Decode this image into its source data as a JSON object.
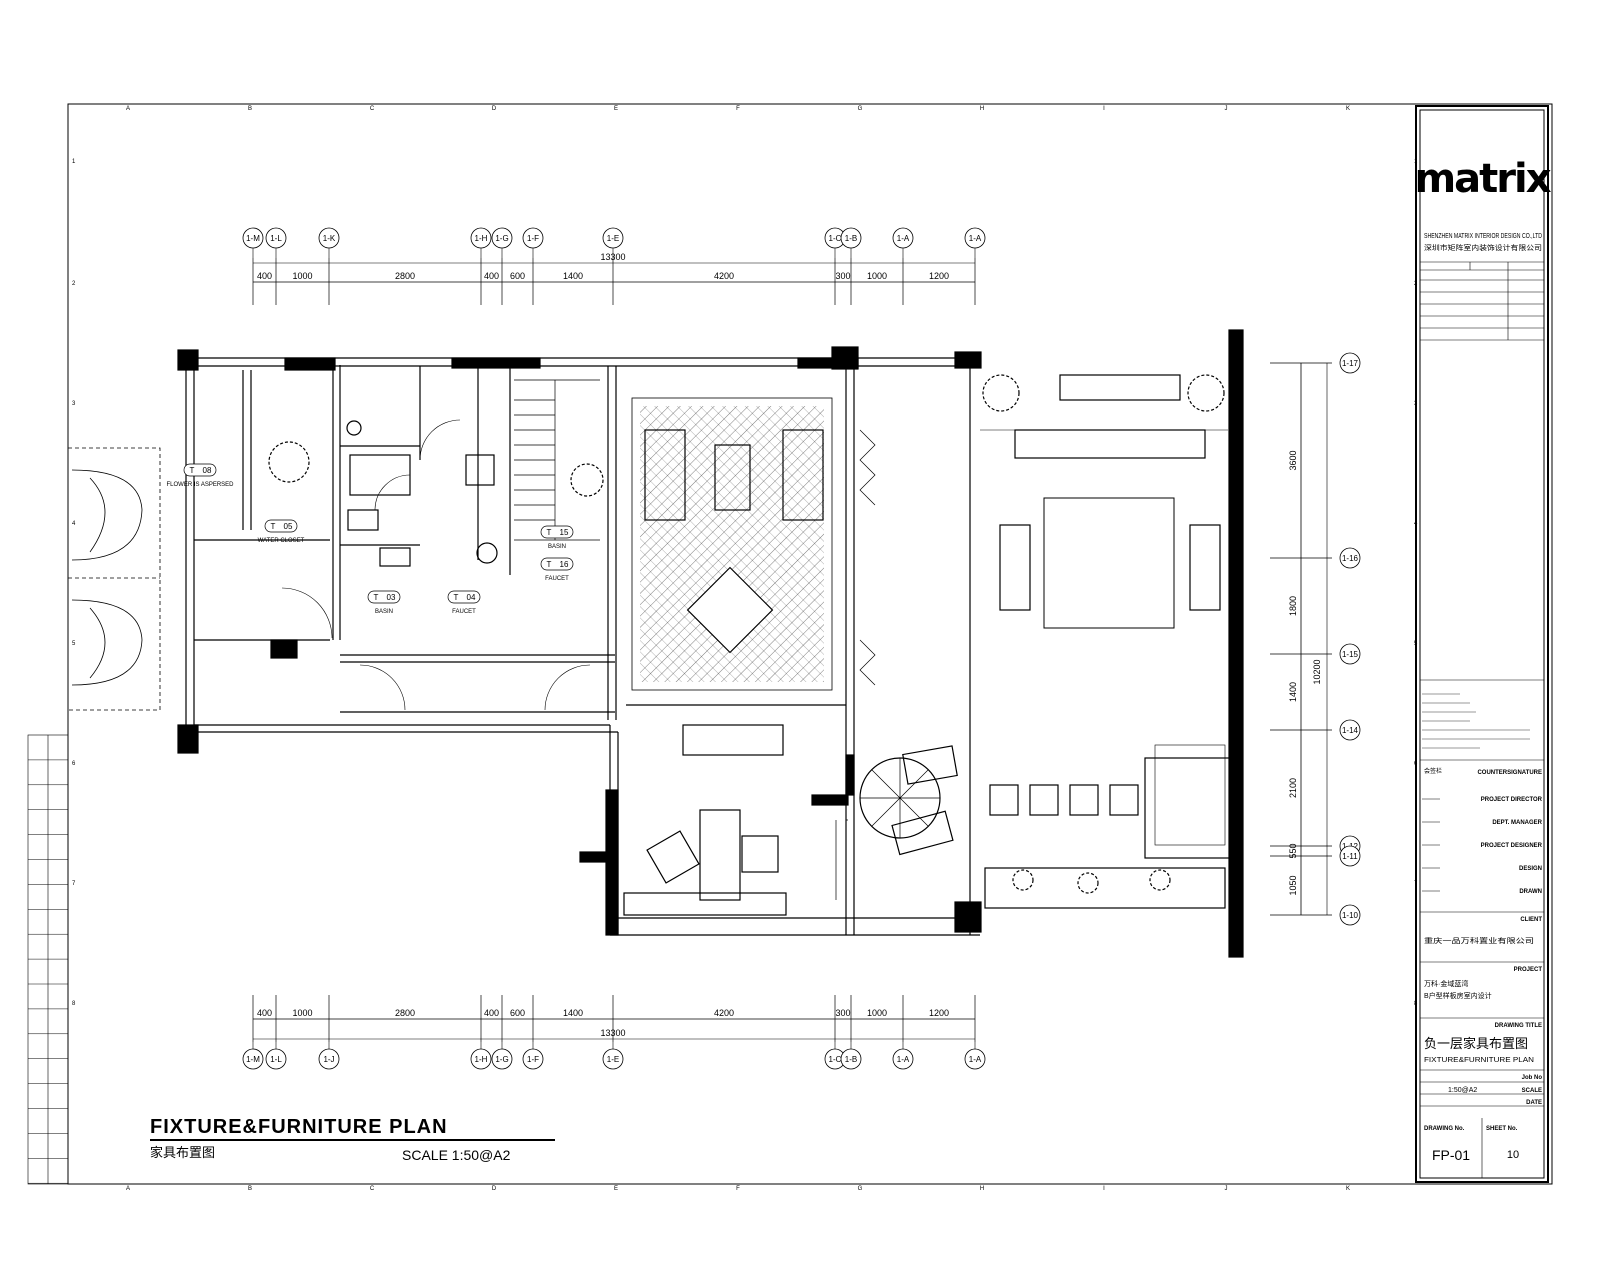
{
  "grid_letters": [
    "A",
    "B",
    "C",
    "D",
    "E",
    "F",
    "G",
    "H",
    "I",
    "J",
    "K"
  ],
  "grid_numbers": [
    "1",
    "2",
    "3",
    "4",
    "5",
    "6",
    "7",
    "8"
  ],
  "axis_top": [
    "1-M",
    "1-L",
    "1-K",
    "1-H",
    "1-G",
    "1-F",
    "1-E",
    "1-C",
    "1-B",
    "1-A",
    "1-A"
  ],
  "axis_labels": [
    "1-M",
    "1-L",
    "1-J",
    "1-H",
    "1-G",
    "1-F",
    "1-E",
    "1-C",
    "1-B",
    "1-A",
    "1-A"
  ],
  "axis_right": [
    "1-17",
    "1-16",
    "1-15",
    "1-14",
    "1-12",
    "1-11",
    "1-10"
  ],
  "dims_horizontal": [
    "400",
    "1000",
    "2800",
    "400",
    "600",
    "1400",
    "4200",
    "300",
    "1000",
    "1200"
  ],
  "dim_total_horizontal": "13300",
  "dims_vertical": [
    "3600",
    "1800",
    "1400",
    "2100",
    "550",
    "1050"
  ],
  "dim_total_vertical": "10200",
  "tags": {
    "tag1": {
      "code": "T",
      "num": "08",
      "text": "FLOWER IS ASPERSED"
    },
    "tag2": {
      "code": "T",
      "num": "05",
      "text": "WATER CLOSET"
    },
    "tag3": {
      "code": "T",
      "num": "03",
      "text": "BASIN"
    },
    "tag4": {
      "code": "T",
      "num": "04",
      "text": "FAUCET"
    },
    "tag5": {
      "code": "T",
      "num": "15",
      "text": "BASIN"
    },
    "tag6": {
      "code": "T",
      "num": "16",
      "text": "FAUCET"
    }
  },
  "title_block": {
    "logo": "matrix",
    "company_en": "SHENZHEN MATRIX INTERIOR DESIGN CO.,LTD",
    "company_zh": "深圳市矩阵室内装饰设计有限公司",
    "countersignature_zh": "会签栏",
    "countersignature": "COUNTERSIGNATURE",
    "roles": [
      "PROJECT DIRECTOR",
      "DEPT. MANAGER",
      "PROJECT DESIGNER",
      "DESIGN",
      "DRAWN"
    ],
    "client_label": "CLIENT",
    "client_name": "重庆一品万科置业有限公司",
    "project_label": "PROJECT",
    "project_name_1": "万科·金域蓝湾",
    "project_name_2": "B户型样板房室内设计",
    "drawing_title_label": "DRAWING TITLE",
    "drawing_title_zh": "负一层家具布置图",
    "drawing_title_en": "FIXTURE&FURNITURE PLAN",
    "job_no_label": "Job No",
    "scale_label": "SCALE",
    "scale_value": "1:50@A2",
    "date_label": "DATE",
    "drawing_no_label": "DRAWING No.",
    "drawing_no": "FP-01",
    "sheet_no_label": "SHEET No.",
    "sheet_no": "10"
  },
  "plan_title": {
    "en": "FIXTURE&FURNITURE PLAN",
    "zh": "家具布置图",
    "scale": "SCALE  1:50@A2"
  },
  "colors": {
    "line": "#000000",
    "paper": "#ffffff"
  }
}
